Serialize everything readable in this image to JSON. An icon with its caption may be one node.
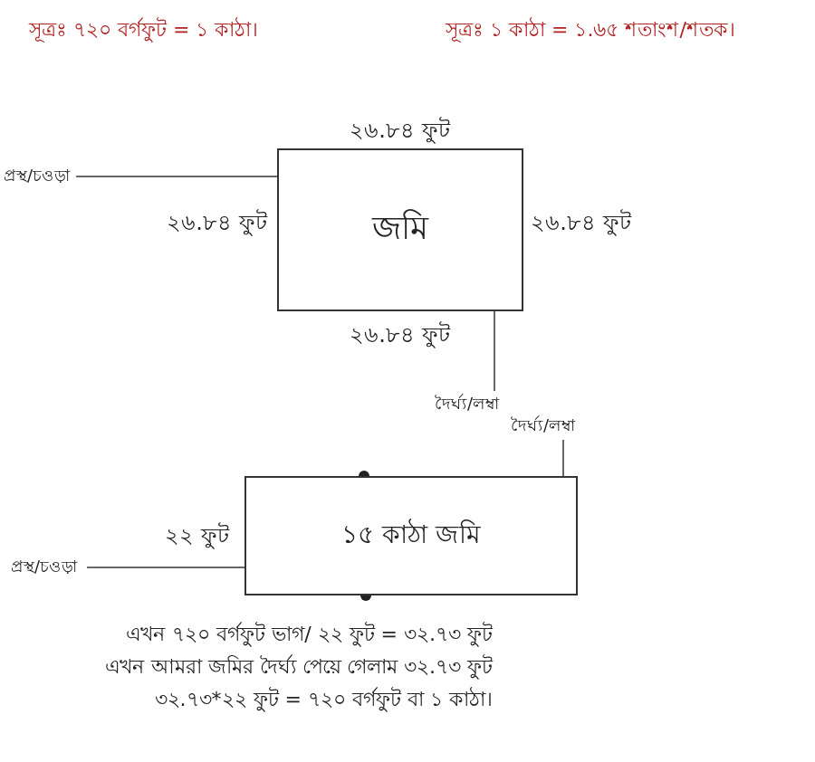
{
  "diagram": {
    "nodes": [
      {
        "text": [
          "জমি"
        ],
        "beside": [
          "২৬.৮৪ ফুট",
          "২৬.৮৪ ফুট",
          "২৬.৮৪ ফুট",
          "২৬.৮৪ ফুট"
        ]
      },
      {
        "text": [
          "১৫ কাঠা জমি"
        ],
        "beside": [
          "২২ ফুট"
        ]
      },
      {
        "text": [
          "প্রস্থ/চওড়া"
        ]
      },
      {
        "text": [
          "দৈর্ঘ্য/লম্বা"
        ]
      },
      {
        "text": [
          "দৈর্ঘ্য/লম্বা"
        ]
      },
      {
        "text": [
          "প্রস্থ/চওড়া"
        ]
      }
    ],
    "edges": [
      {
        "from": 2,
        "to": 0,
        "arrow": "none"
      },
      {
        "from": 3,
        "to": 0,
        "arrow": "none"
      },
      {
        "from": 4,
        "to": 1,
        "arrow": "none"
      },
      {
        "from": 5,
        "to": 1,
        "arrow": "none"
      }
    ],
    "labels": [
      "সূত্রঃ ৭২০ বর্গফুট = ১ কাঠা।",
      "সূত্রঃ ১ কাঠা = ১.৬৫ শতাংশ/শতক।",
      "এখন ৭২০ বর্গফুট ভাগ/ ২২ ফুট = ৩২.৭৩ ফুট",
      "এখন আমরা জমির দৈর্ঘ্য পেয়ে গেলাম ৩২.৭৩ ফুট",
      "৩২.৭৩*২২ ফুট = ৭২০ বর্গফুট বা ১ কাঠা।"
    ]
  }
}
